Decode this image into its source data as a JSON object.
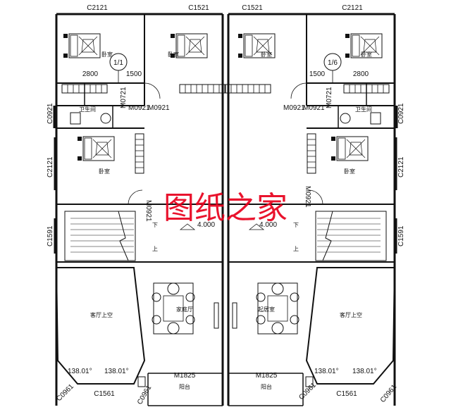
{
  "watermark": "图纸之家",
  "colors": {
    "wall": "#111111",
    "watermark": "#e8001c",
    "background": "#ffffff"
  },
  "left": {
    "window_top_left": "C2121",
    "window_top_right": "C1521",
    "bedroom_top": "卧室",
    "bedroom_mid": "卧室",
    "bedroom_right": "卧室",
    "dim_2800": "2800",
    "dim_1500": "1500",
    "axis": "1/1",
    "door_a": "M0921",
    "door_b": "M0921",
    "door_c": "M0721",
    "door_d": "M0921",
    "bath": "卫生间",
    "window_c0921": "C0921",
    "window_c2121": "C2121",
    "window_c1591": "C1591",
    "elev": "4.000",
    "stair_down": "下",
    "stair_up": "上",
    "living_void": "客厅上空",
    "family_room": "家庭厅",
    "angle_a": "138.01°",
    "angle_b": "138.01°",
    "window_c0961_a": "C0961",
    "window_c0961_b": "C0961",
    "window_c1561": "C1561",
    "door_m1825": "M1825",
    "balcony": "阳台"
  },
  "right": {
    "window_top_left": "C1521",
    "window_top_right": "C2121",
    "bedroom_top": "卧室",
    "bedroom_mid": "卧室",
    "bedroom_left": "卧室",
    "dim_2800": "2800",
    "dim_1500": "1500",
    "axis": "1/6",
    "door_a": "M0921",
    "door_b": "M0921",
    "door_c": "M0721",
    "door_d": "M0921",
    "bath": "卫生间",
    "window_c0921": "C0921",
    "window_c2121": "C2121",
    "window_c1591": "C1591",
    "elev": "4.000",
    "stair_down": "下",
    "stair_up": "上",
    "living_void": "客厅上空",
    "family_room": "起居室",
    "angle_a": "138.01°",
    "angle_b": "138.01°",
    "window_c0961_a": "C0961",
    "window_c0961_b": "C0961",
    "window_c1561": "C1561",
    "door_m1825": "M1825",
    "balcony": "阳台"
  }
}
